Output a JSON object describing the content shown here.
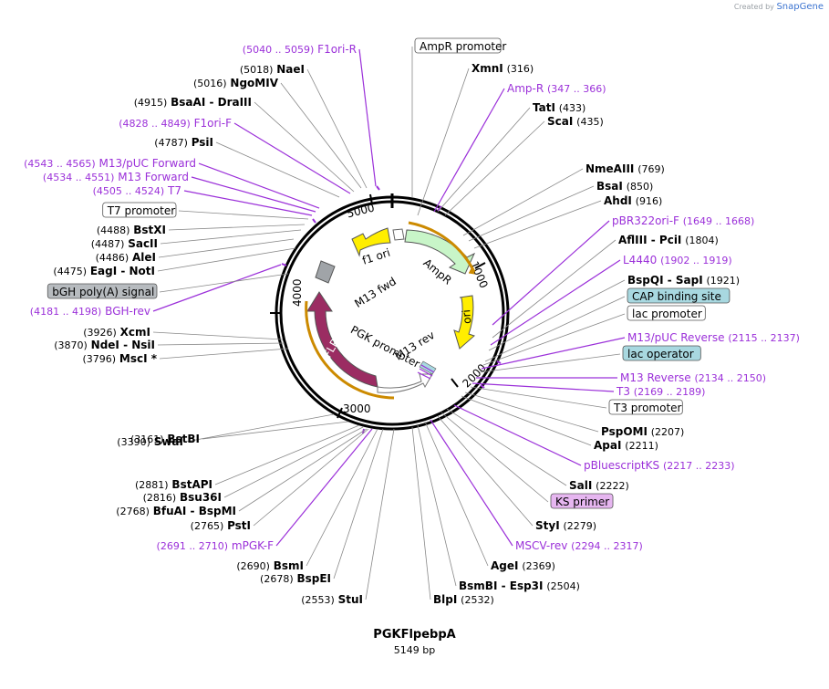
{
  "credit": {
    "prefix": "Created by",
    "brand": "SnapGene"
  },
  "plasmid": {
    "name": "PGKFlpebpA",
    "size": "5149 bp"
  },
  "ticks": [
    "1000",
    "2000",
    "3000",
    "4000",
    "5000"
  ],
  "inner_features": [
    "f1 ori",
    "AmpR",
    "ori",
    "M13 fwd",
    "M13 rev",
    "PGK promoter",
    "FLP"
  ],
  "labels": [
    {
      "type": "enzyme",
      "name": "XmnI",
      "pos": "(316)"
    },
    {
      "type": "primer",
      "name": "Amp-R",
      "pos": "(347 .. 366)"
    },
    {
      "type": "enzyme",
      "name": "TatI",
      "pos": "(433)"
    },
    {
      "type": "enzyme",
      "name": "ScaI",
      "pos": "(435)"
    },
    {
      "type": "enzyme",
      "name": "NmeAIII",
      "pos": "(769)"
    },
    {
      "type": "enzyme",
      "name": "BsaI",
      "pos": "(850)"
    },
    {
      "type": "enzyme",
      "name": "AhdI",
      "pos": "(916)"
    },
    {
      "type": "primer",
      "name": "pBR322ori-F",
      "pos": "(1649 .. 1668)"
    },
    {
      "type": "enzyme",
      "name": "AflIII - PciI",
      "pos": "(1804)"
    },
    {
      "type": "primer",
      "name": "L4440",
      "pos": "(1902 .. 1919)"
    },
    {
      "type": "enzyme",
      "name": "BspQI - SapI",
      "pos": "(1921)"
    },
    {
      "type": "feature",
      "name": "CAP binding site",
      "pos": ""
    },
    {
      "type": "feature",
      "name": "lac promoter",
      "pos": ""
    },
    {
      "type": "primer",
      "name": "M13/pUC Reverse",
      "pos": "(2115 .. 2137)"
    },
    {
      "type": "feature",
      "name": "lac operator",
      "pos": ""
    },
    {
      "type": "primer",
      "name": "M13 Reverse",
      "pos": "(2134 .. 2150)"
    },
    {
      "type": "primer",
      "name": "T3",
      "pos": "(2169 .. 2189)"
    },
    {
      "type": "feature",
      "name": "T3 promoter",
      "pos": ""
    },
    {
      "type": "enzyme",
      "name": "PspOMI",
      "pos": "(2207)"
    },
    {
      "type": "enzyme",
      "name": "ApaI",
      "pos": "(2211)"
    },
    {
      "type": "primer",
      "name": "pBluescriptKS",
      "pos": "(2217 .. 2233)"
    },
    {
      "type": "enzyme",
      "name": "SalI",
      "pos": "(2222)"
    },
    {
      "type": "feature",
      "name": "KS primer",
      "pos": ""
    },
    {
      "type": "enzyme",
      "name": "StyI",
      "pos": "(2279)"
    },
    {
      "type": "primer",
      "name": "MSCV-rev",
      "pos": "(2294 .. 2317)"
    },
    {
      "type": "enzyme",
      "name": "AgeI",
      "pos": "(2369)"
    },
    {
      "type": "enzyme",
      "name": "BsmBI - Esp3I",
      "pos": "(2504)"
    },
    {
      "type": "enzyme",
      "name": "BlpI",
      "pos": "(2532)"
    },
    {
      "type": "enzyme",
      "name": "StuI",
      "pos": "(2553)"
    },
    {
      "type": "enzyme",
      "name": "BspEI",
      "pos": "(2678)"
    },
    {
      "type": "enzyme",
      "name": "BsmI",
      "pos": "(2690)"
    },
    {
      "type": "primer",
      "name": "mPGK-F",
      "pos": "(2691 .. 2710)"
    },
    {
      "type": "enzyme",
      "name": "PstI",
      "pos": "(2765)"
    },
    {
      "type": "enzyme",
      "name": "BfuAI - BspMI",
      "pos": "(2768)"
    },
    {
      "type": "enzyme",
      "name": "Bsu36I",
      "pos": "(2816)"
    },
    {
      "type": "enzyme",
      "name": "BstAPI",
      "pos": "(2881)"
    },
    {
      "type": "enzyme",
      "name": "BstBI",
      "pos": "(3161)"
    },
    {
      "type": "enzyme",
      "name": "SwaI",
      "pos": "(3390)"
    },
    {
      "type": "enzyme",
      "name": "MscI *",
      "pos": "(3796)"
    },
    {
      "type": "enzyme",
      "name": "NdeI - NsiI",
      "pos": "(3870)"
    },
    {
      "type": "enzyme",
      "name": "XcmI",
      "pos": "(3926)"
    },
    {
      "type": "primer",
      "name": "BGH-rev",
      "pos": "(4181 .. 4198)"
    },
    {
      "type": "feature",
      "name": "bGH poly(A) signal",
      "pos": ""
    },
    {
      "type": "enzyme",
      "name": "EagI - NotI",
      "pos": "(4475)"
    },
    {
      "type": "enzyme",
      "name": "AleI",
      "pos": "(4486)"
    },
    {
      "type": "enzyme",
      "name": "SacII",
      "pos": "(4487)"
    },
    {
      "type": "enzyme",
      "name": "BstXI",
      "pos": "(4488)"
    },
    {
      "type": "feature",
      "name": "T7 promoter",
      "pos": ""
    },
    {
      "type": "primer",
      "name": "T7",
      "pos": "(4505 .. 4524)"
    },
    {
      "type": "primer",
      "name": "M13 Forward",
      "pos": "(4534 .. 4551)"
    },
    {
      "type": "primer",
      "name": "M13/pUC Forward",
      "pos": "(4543 .. 4565)"
    },
    {
      "type": "enzyme",
      "name": "PsiI",
      "pos": "(4787)"
    },
    {
      "type": "primer",
      "name": "F1ori-F",
      "pos": "(4828 .. 4849)"
    },
    {
      "type": "enzyme",
      "name": "BsaAI - DraIII",
      "pos": "(4915)"
    },
    {
      "type": "enzyme",
      "name": "NgoMIV",
      "pos": "(5016)"
    },
    {
      "type": "enzyme",
      "name": "NaeI",
      "pos": "(5018)"
    },
    {
      "type": "primer",
      "name": "F1ori-R",
      "pos": "(5040 .. 5059)"
    },
    {
      "type": "feature",
      "name": "AmpR promoter",
      "pos": ""
    }
  ],
  "colors": {
    "primer": "#9b30d9",
    "feature_cap": "#a8d8e0",
    "feature_kspr": "#e6b6f0",
    "feature_bgh": "#b7bbbf",
    "amp": "#c8f5c8",
    "ori": "#ffee00",
    "flp": "#9b2c62",
    "arrow_outline": "#cc8a00"
  }
}
